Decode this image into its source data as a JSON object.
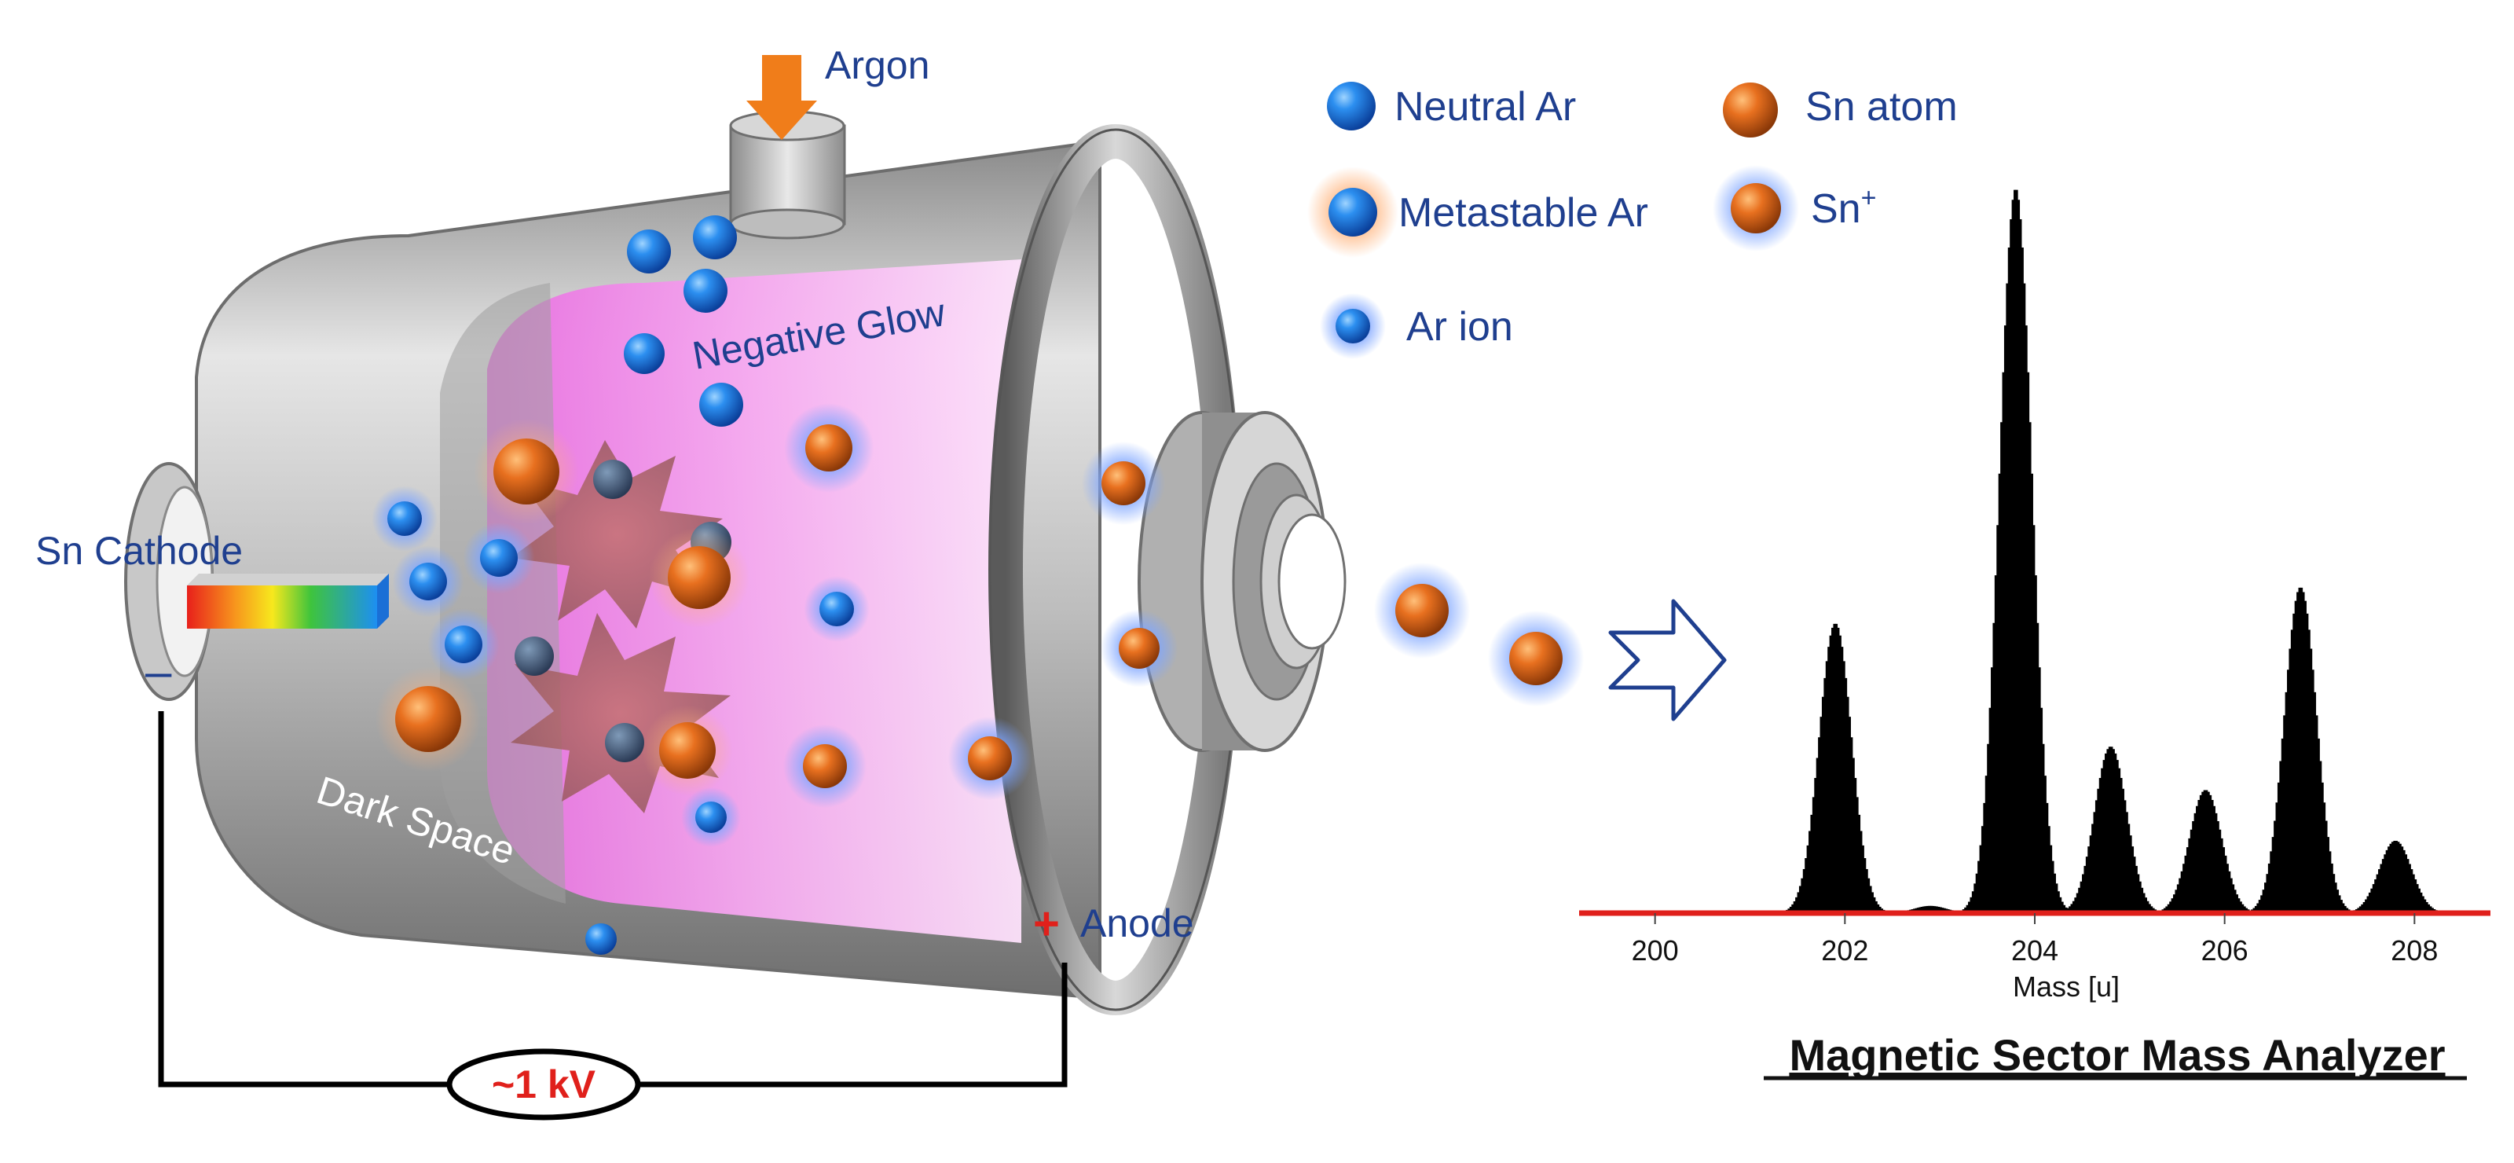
{
  "labels": {
    "argon": "Argon",
    "negative_glow": "Negative Glow",
    "sn_cathode": "Sn Cathode",
    "cathode_sign": "–",
    "dark_space": "Dark Space",
    "anode": "Anode",
    "anode_sign": "+",
    "voltage": "~1 kV"
  },
  "legend": {
    "neutral_ar": "Neutral Ar",
    "metastable_ar": "Metastable Ar",
    "ar_ion": "Ar ion",
    "sn_atom": "Sn atom",
    "sn_ion_base": "Sn",
    "sn_ion_sup": "+"
  },
  "analyzer_title": "Magnetic Sector Mass Analyzer",
  "colors": {
    "argon_blue": "#1a6fd6",
    "tin_orange": "#e0661c",
    "label_blue": "#1f3f8f",
    "accent_red": "#e0201b",
    "glow_pink": "#f08ae8",
    "housing_gray": "#9c9c9c"
  },
  "chart_data": {
    "type": "line",
    "xlabel": "Mass [u]",
    "ylabel": "",
    "xlim": [
      199.2,
      208.8
    ],
    "ylim": [
      0,
      1.0
    ],
    "xticks": [
      200,
      202,
      204,
      206,
      208
    ],
    "grid": false,
    "baseline_color": "#e0201b",
    "peaks": [
      {
        "mass": 201.9,
        "relative_intensity": 0.4
      },
      {
        "mass": 202.9,
        "relative_intensity": 0.01
      },
      {
        "mass": 203.8,
        "relative_intensity": 1.0
      },
      {
        "mass": 204.8,
        "relative_intensity": 0.23
      },
      {
        "mass": 205.8,
        "relative_intensity": 0.17
      },
      {
        "mass": 206.8,
        "relative_intensity": 0.45
      },
      {
        "mass": 207.8,
        "relative_intensity": 0.1
      }
    ]
  }
}
